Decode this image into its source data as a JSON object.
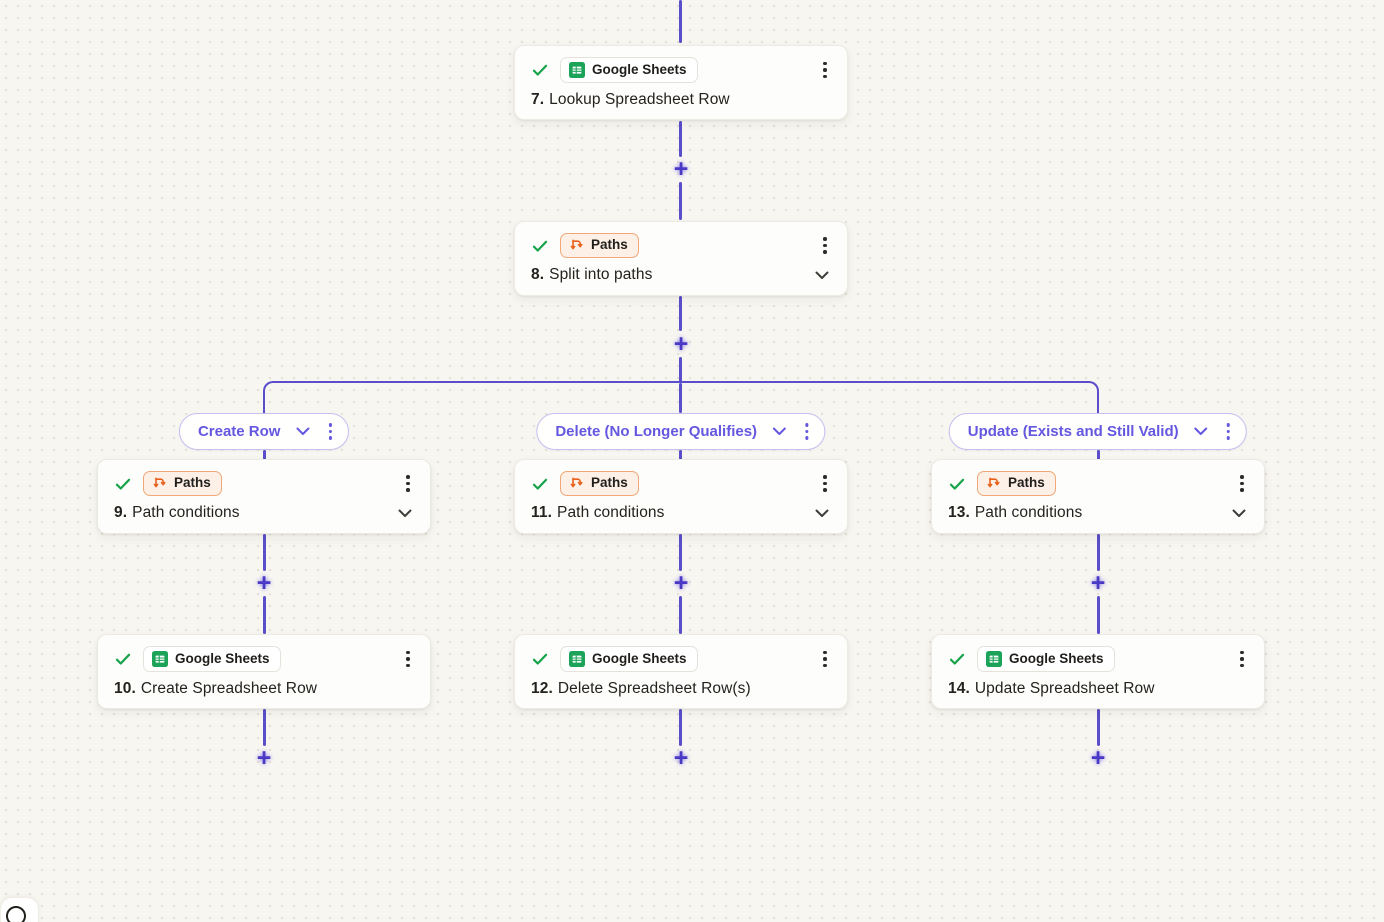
{
  "ui": {
    "plus": "+"
  },
  "colors": {
    "background": "#f8f6f1",
    "connector_purple": "#5b4ecb",
    "plus_purple": "#4939c4",
    "path_label_purple": "#6457e0",
    "paths_pill_bg": "#fdf0e6",
    "paths_pill_border": "#f0a878",
    "paths_icon_orange": "#e8611c",
    "sheets_green": "#1ca35a",
    "check_green": "#17a34a",
    "node_bg": "#fdfdfb"
  },
  "nodes": {
    "n7": {
      "app": "Google Sheets",
      "step": "7.",
      "title": "Lookup Spreadsheet Row"
    },
    "n8": {
      "app": "Paths",
      "step": "8.",
      "title": "Split into paths"
    },
    "n9": {
      "app": "Paths",
      "step": "9.",
      "title": "Path conditions"
    },
    "n10": {
      "app": "Google Sheets",
      "step": "10.",
      "title": "Create Spreadsheet Row"
    },
    "n11": {
      "app": "Paths",
      "step": "11.",
      "title": "Path conditions"
    },
    "n12": {
      "app": "Google Sheets",
      "step": "12.",
      "title": "Delete Spreadsheet Row(s)"
    },
    "n13": {
      "app": "Paths",
      "step": "13.",
      "title": "Path conditions"
    },
    "n14": {
      "app": "Google Sheets",
      "step": "14.",
      "title": "Update Spreadsheet Row"
    }
  },
  "paths": {
    "create": {
      "label": "Create Row"
    },
    "delete": {
      "label": "Delete (No Longer Qualifies)"
    },
    "update": {
      "label": "Update (Exists and Still Valid)"
    }
  }
}
